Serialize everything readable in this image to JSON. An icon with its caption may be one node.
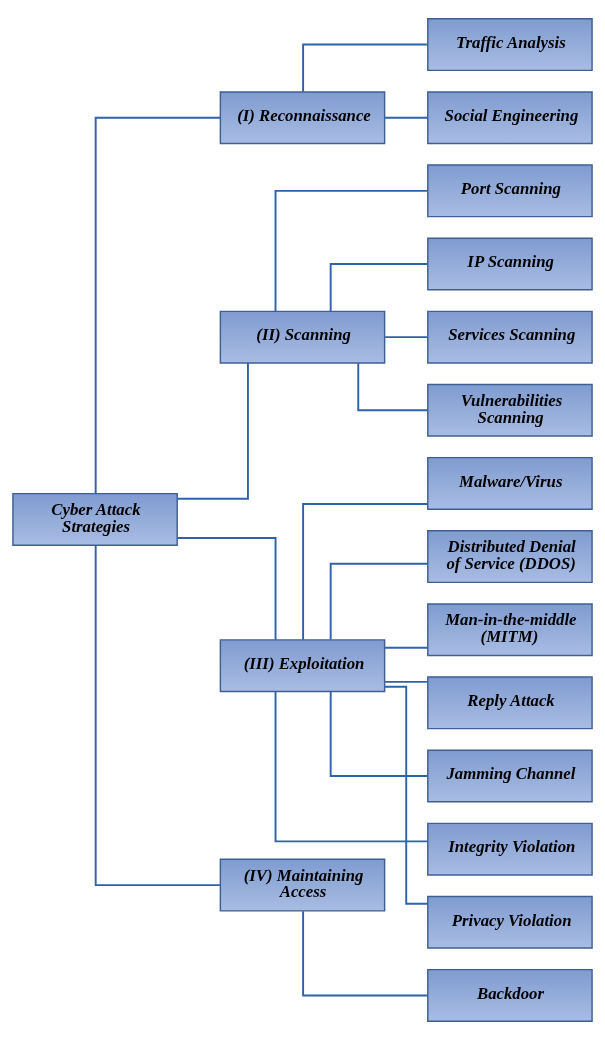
{
  "diagram": {
    "nodes": [
      {
        "text": [
          "Cyber Attack Strategies"
        ]
      },
      {
        "text": [
          "(I) Reconnaissance"
        ]
      },
      {
        "text": [
          "Traffic Analysis"
        ]
      },
      {
        "text": [
          "Social Engineering"
        ]
      },
      {
        "text": [
          "(II) Scanning"
        ]
      },
      {
        "text": [
          "Port Scanning"
        ]
      },
      {
        "text": [
          "IP Scanning"
        ]
      },
      {
        "text": [
          "Services Scanning"
        ]
      },
      {
        "text": [
          "Vulnerabilities Scanning"
        ]
      },
      {
        "text": [
          "(III) Exploitation"
        ]
      },
      {
        "text": [
          "Malware/Virus"
        ]
      },
      {
        "text": [
          "Distributed Denial of Service (DDOS)"
        ]
      },
      {
        "text": [
          "Man-in-the-middle (MITM)"
        ]
      },
      {
        "text": [
          "Reply Attack"
        ]
      },
      {
        "text": [
          "Jamming Channel"
        ]
      },
      {
        "text": [
          "Integrity Violation"
        ]
      },
      {
        "text": [
          "Privacy Violation"
        ]
      },
      {
        "text": [
          "(IV) Maintaining Access"
        ]
      },
      {
        "text": [
          "Backdoor"
        ]
      }
    ],
    "edges": [
      {
        "from": 0,
        "to": 1,
        "arrow": "none"
      },
      {
        "from": 0,
        "to": 4,
        "arrow": "none"
      },
      {
        "from": 0,
        "to": 9,
        "arrow": "none"
      },
      {
        "from": 0,
        "to": 17,
        "arrow": "none"
      },
      {
        "from": 1,
        "to": 2,
        "arrow": "none"
      },
      {
        "from": 1,
        "to": 3,
        "arrow": "none"
      },
      {
        "from": 4,
        "to": 5,
        "arrow": "none"
      },
      {
        "from": 4,
        "to": 6,
        "arrow": "none"
      },
      {
        "from": 4,
        "to": 7,
        "arrow": "none"
      },
      {
        "from": 4,
        "to": 8,
        "arrow": "none"
      },
      {
        "from": 9,
        "to": 10,
        "arrow": "none"
      },
      {
        "from": 9,
        "to": 11,
        "arrow": "none"
      },
      {
        "from": 9,
        "to": 12,
        "arrow": "none"
      },
      {
        "from": 9,
        "to": 13,
        "arrow": "none"
      },
      {
        "from": 9,
        "to": 14,
        "arrow": "none"
      },
      {
        "from": 9,
        "to": 15,
        "arrow": "none"
      },
      {
        "from": 9,
        "to": 16,
        "arrow": "none"
      },
      {
        "from": 17,
        "to": 18,
        "arrow": "none"
      }
    ]
  }
}
